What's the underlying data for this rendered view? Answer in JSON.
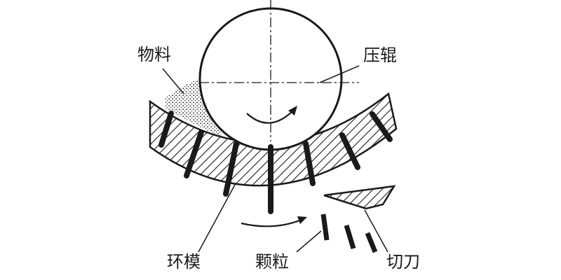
{
  "labels": {
    "material": "物料",
    "roller": "压辊",
    "ring_die": "环模",
    "pellets": "颗粒",
    "cutter": "切刀"
  },
  "colors": {
    "ink": "#1a1a1a",
    "background": "#ffffff"
  }
}
